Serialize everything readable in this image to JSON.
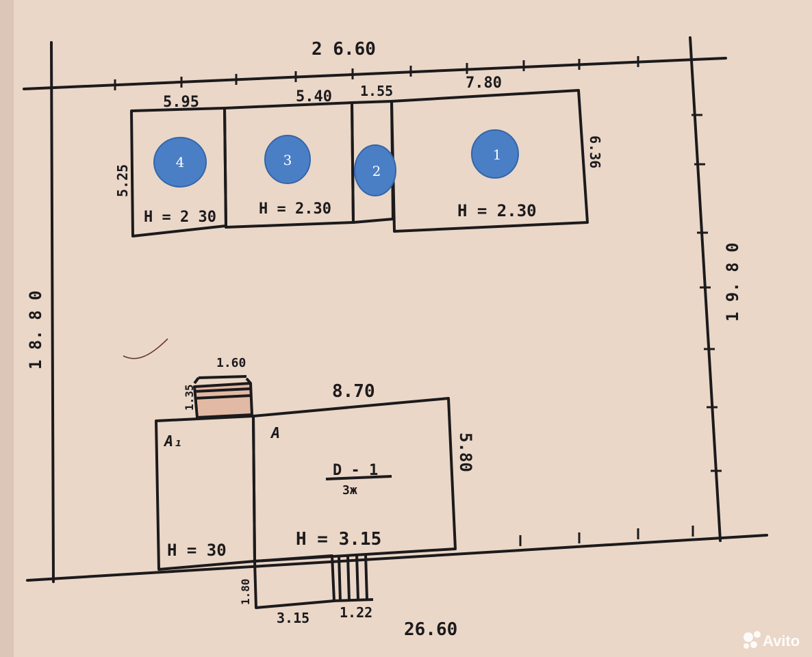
{
  "plan": {
    "labels": {
      "top_total": "2 6.60",
      "bottom_total": "26.60",
      "left_total": "1 8. 8 0",
      "right_total": "1 9. 8 0",
      "seg_595": "5.95",
      "seg_540": "5.40",
      "seg_155": "1.55",
      "seg_780": "7.80",
      "h_left": "5.25",
      "h_right": "6.36",
      "room4_h": "H = 2 30",
      "room3_h": "H = 2.30",
      "room1_h": "H = 2.30",
      "porch_w": "1.60",
      "porch_h": "1.35",
      "house_w": "8.70",
      "house_h": "5.80",
      "letter_a1": "A₁",
      "letter_a": "A",
      "house_code_top": "D - 1",
      "house_code_bottom": "3ж",
      "left_room_h": "H = 30",
      "main_h": "H = 3.15",
      "ext_h": "1.80",
      "ext_w": "3.15",
      "steps_w": "1.22"
    },
    "markers": [
      "1",
      "2",
      "3",
      "4"
    ],
    "colors": {
      "paper": "#e9d6c6",
      "ink": "#1c1a1c",
      "marker_fill": "#4a7fc6",
      "marker_stroke": "#3465a8"
    }
  },
  "watermark": {
    "text": "Avito"
  }
}
